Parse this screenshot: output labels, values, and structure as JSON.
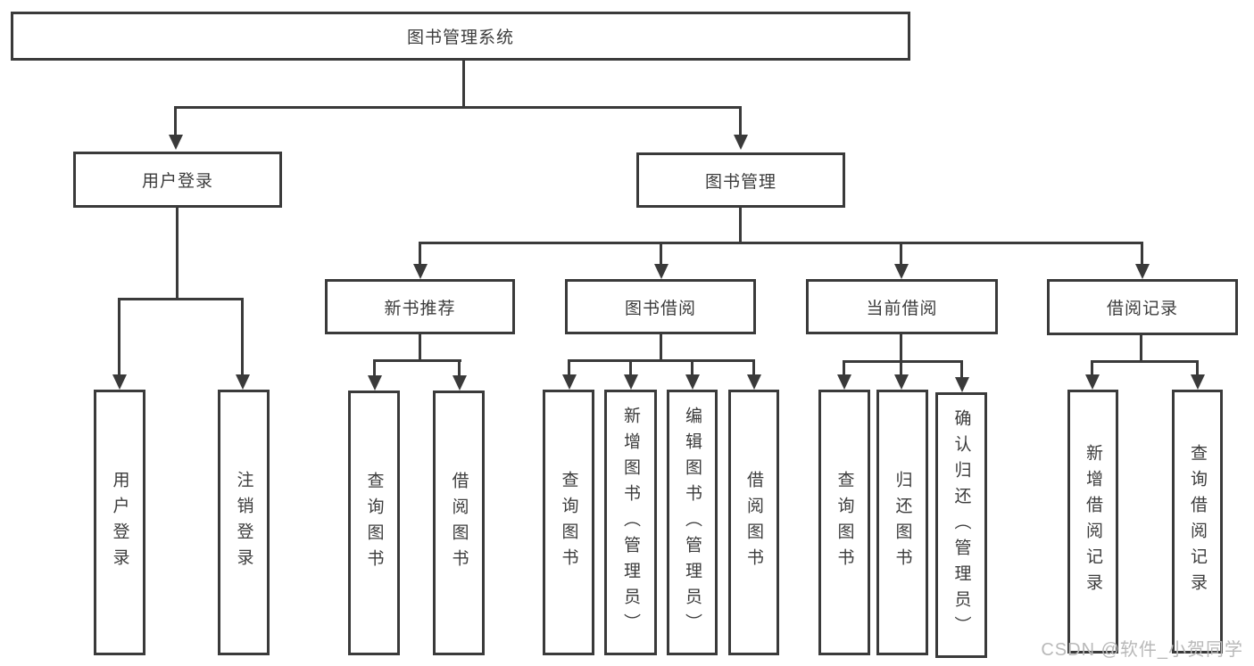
{
  "diagram": {
    "root": {
      "label": "图书管理系统"
    },
    "level1": [
      {
        "label": "用户登录"
      },
      {
        "label": "图书管理"
      }
    ],
    "level2": [
      {
        "label": "新书推荐"
      },
      {
        "label": "图书借阅"
      },
      {
        "label": "当前借阅"
      },
      {
        "label": "借阅记录"
      }
    ],
    "leaves": {
      "user_login": [
        "用户登录",
        "注销登录"
      ],
      "new_books": [
        "查询图书",
        "借阅图书"
      ],
      "book_borrow": [
        "查询图书",
        "新增图书（管理员）",
        "编辑图书（管理员）",
        "借阅图书"
      ],
      "current_borrow": [
        "查询图书",
        "归还图书",
        "确认归还（管理员）"
      ],
      "borrow_records": [
        "新增借阅记录",
        "查询借阅记录"
      ]
    },
    "colors": {
      "line": "#3a3a3a",
      "box_background": "#ffffff",
      "text": "#3c3c3c",
      "watermark": "#b9b9b9"
    },
    "watermark": "CSDN @软件_小贺同学"
  }
}
